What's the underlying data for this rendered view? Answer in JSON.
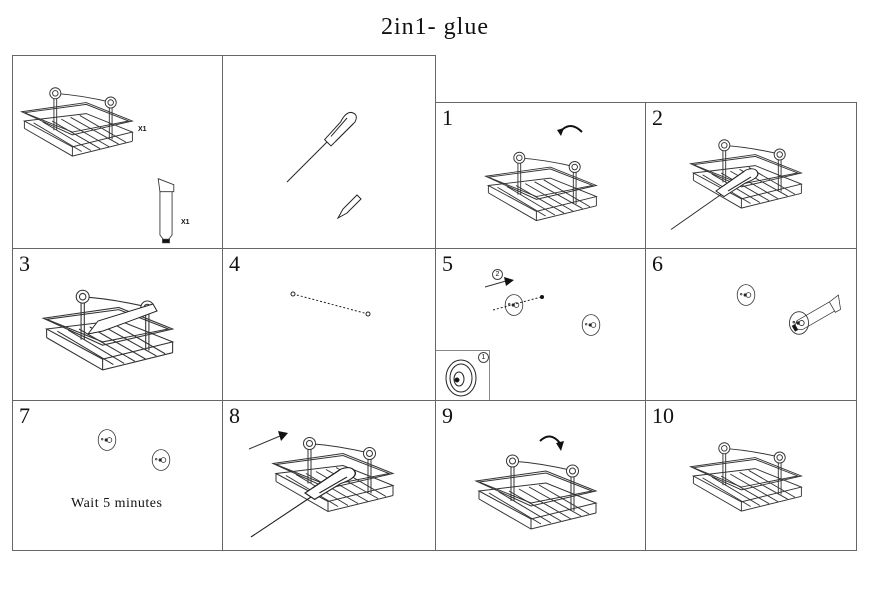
{
  "title": "2in1- glue",
  "parts": {
    "basket_qty": "X1",
    "glue_qty": "X1"
  },
  "steps": [
    {
      "number": "1"
    },
    {
      "number": "2"
    },
    {
      "number": "3"
    },
    {
      "number": "4"
    },
    {
      "number": "5",
      "sub1": "1",
      "sub2": "2"
    },
    {
      "number": "6"
    },
    {
      "number": "7",
      "note": "Wait 5 minutes"
    },
    {
      "number": "8"
    },
    {
      "number": "9"
    },
    {
      "number": "10"
    }
  ]
}
